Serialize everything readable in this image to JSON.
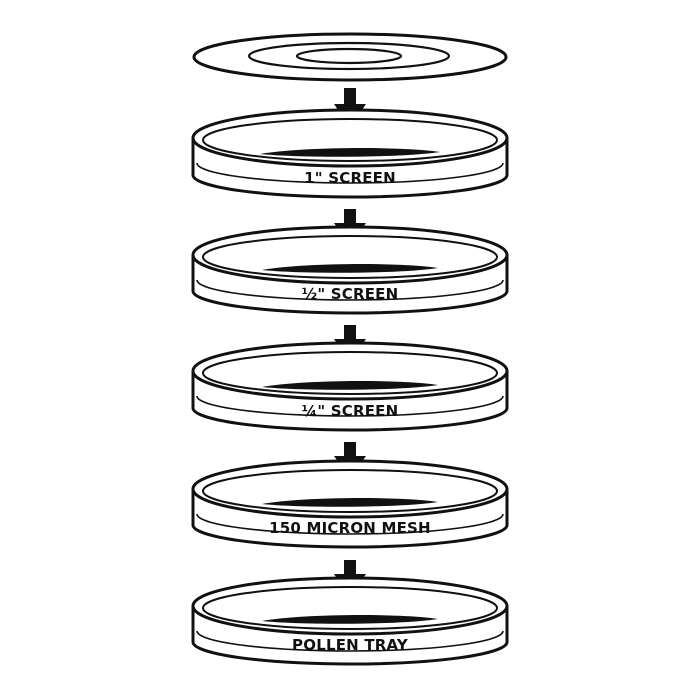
{
  "layers": [
    {
      "label": "1\" SCREEN"
    },
    {
      "label": "½\" SCREEN"
    },
    {
      "label": "¼\" SCREEN"
    },
    {
      "label": "150 MICRON MESH"
    },
    {
      "label": "POLLEN TRAY"
    }
  ],
  "colors": {
    "stroke": "#111111",
    "fill": "#ffffff",
    "floor": "#111111"
  },
  "icons": {
    "lid": "lid-icon",
    "arrow": "down-arrow-icon"
  }
}
